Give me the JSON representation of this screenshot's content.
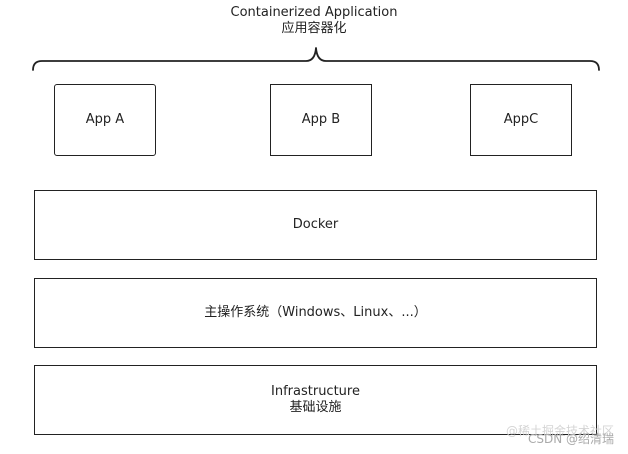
{
  "header": {
    "title_en": "Containerized Application",
    "title_zh": "应用容器化"
  },
  "apps": [
    {
      "label": "App A"
    },
    {
      "label": "App B"
    },
    {
      "label": "AppC"
    }
  ],
  "layers": {
    "docker": "Docker",
    "os": "主操作系统（Windows、Linux、...）",
    "infrastructure_en": "Infrastructure",
    "infrastructure_zh": "基础设施"
  },
  "watermark": {
    "line_behind": "@稀土掘金技术社区",
    "line_front": "CSDN @绍清瑞"
  }
}
